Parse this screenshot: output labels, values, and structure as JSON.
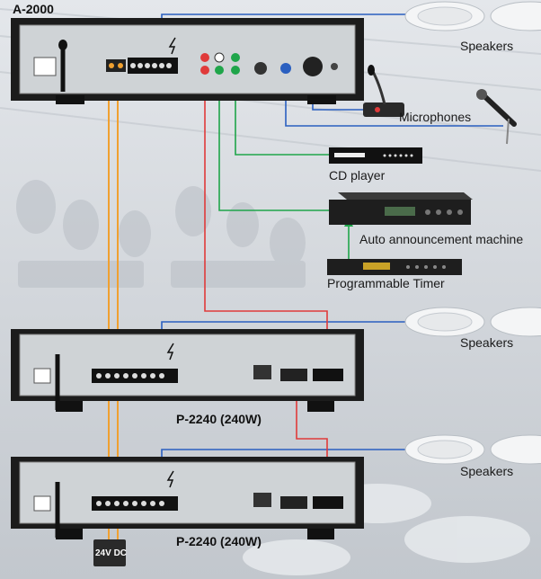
{
  "devices": {
    "mixer": {
      "label": "A-2000"
    },
    "amp1": {
      "label": "P-2240 (240W)"
    },
    "amp2": {
      "label": "P-2240 (240W)"
    },
    "cd_player": {
      "label": "CD player"
    },
    "announcer": {
      "label": "Auto announcement machine"
    },
    "timer": {
      "label": "Programmable Timer"
    },
    "power": {
      "label": "24V DC"
    }
  },
  "speaker_groups": [
    {
      "label": "Speakers"
    },
    {
      "label": "Speakers"
    },
    {
      "label": "Speakers"
    }
  ],
  "microphones": {
    "label": "Microphones"
  },
  "colors": {
    "speaker_line": "#2a5fc0",
    "cd_line": "#1fa54a",
    "signal_line": "#e03a3a",
    "power_line": "#f0a030",
    "cascade_line": "#2a5fc0"
  }
}
